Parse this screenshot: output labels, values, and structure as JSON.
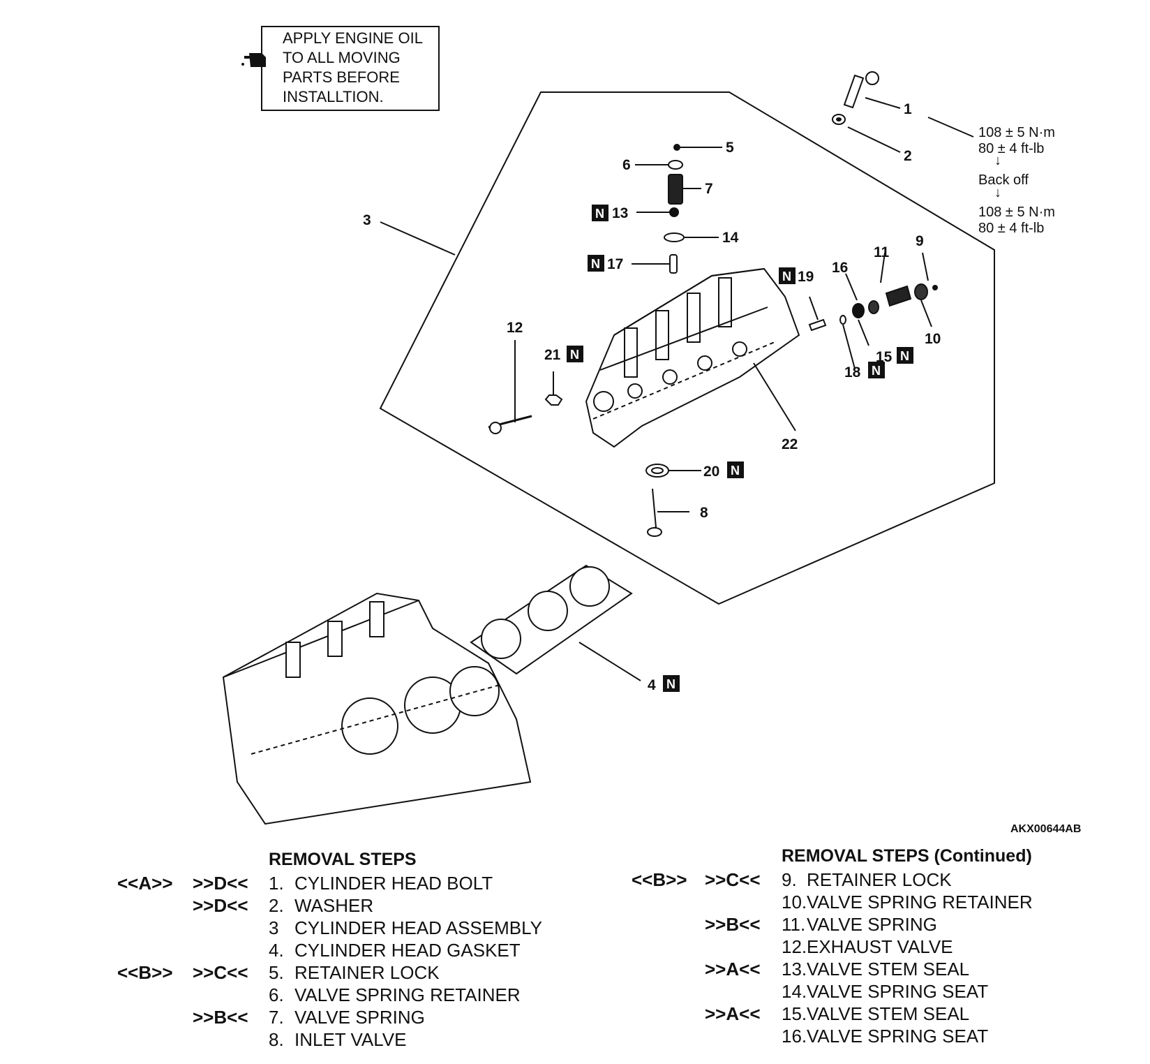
{
  "note": {
    "lines": [
      "APPLY ENGINE OIL",
      "TO ALL MOVING",
      "PARTS BEFORE",
      "INSTALLTION."
    ],
    "icon": "oil-can-icon"
  },
  "torque": {
    "line1": "108 ± 5 N·m",
    "line2": "80 ± 4 ft-lb",
    "backoff": "Back off",
    "line3": "108 ± 5 N·m",
    "line4": "80 ± 4 ft-lb"
  },
  "callouts": {
    "c1": "1",
    "c2": "2",
    "c3": "3",
    "c4": "4",
    "c5": "5",
    "c6": "6",
    "c7": "7",
    "c8": "8",
    "c9": "9",
    "c10": "10",
    "c11": "11",
    "c12": "12",
    "c13": "13",
    "c14": "14",
    "c15": "15",
    "c16": "16",
    "c17": "17",
    "c18": "18",
    "c19": "19",
    "c20": "20",
    "c21": "21",
    "c22": "22",
    "new_mark": "N"
  },
  "figure_code": "AKX00644AB",
  "steps_left": {
    "title": "REMOVAL STEPS",
    "items": [
      {
        "a": "<<A>>",
        "b": ">>D<<",
        "n": "1.",
        "t": "CYLINDER HEAD BOLT"
      },
      {
        "a": "",
        "b": ">>D<<",
        "n": "2.",
        "t": "WASHER"
      },
      {
        "a": "",
        "b": "",
        "n": "3",
        "t": "CYLINDER HEAD ASSEMBLY"
      },
      {
        "a": "",
        "b": "",
        "n": "4.",
        "t": "CYLINDER HEAD GASKET"
      },
      {
        "a": "<<B>>",
        "b": ">>C<<",
        "n": "5.",
        "t": "RETAINER LOCK"
      },
      {
        "a": "",
        "b": "",
        "n": "6.",
        "t": "VALVE SPRING RETAINER"
      },
      {
        "a": "",
        "b": ">>B<<",
        "n": "7.",
        "t": "VALVE SPRING"
      },
      {
        "a": "",
        "b": "",
        "n": "8.",
        "t": "INLET VALVE"
      }
    ]
  },
  "steps_right": {
    "title": "REMOVAL STEPS (Continued)",
    "items": [
      {
        "a": "<<B>>",
        "b": ">>C<<",
        "n": "9.",
        "t": "RETAINER LOCK"
      },
      {
        "a": "",
        "b": "",
        "n": "10.",
        "t": "VALVE SPRING RETAINER"
      },
      {
        "a": "",
        "b": ">>B<<",
        "n": "11.",
        "t": "VALVE SPRING"
      },
      {
        "a": "",
        "b": "",
        "n": "12.",
        "t": "EXHAUST VALVE"
      },
      {
        "a": "",
        "b": ">>A<<",
        "n": "13.",
        "t": "VALVE STEM SEAL"
      },
      {
        "a": "",
        "b": "",
        "n": "14.",
        "t": "VALVE SPRING SEAT"
      },
      {
        "a": "",
        "b": ">>A<<",
        "n": "15.",
        "t": "VALVE STEM SEAL"
      },
      {
        "a": "",
        "b": "",
        "n": "16.",
        "t": "VALVE SPRING SEAT"
      }
    ]
  }
}
